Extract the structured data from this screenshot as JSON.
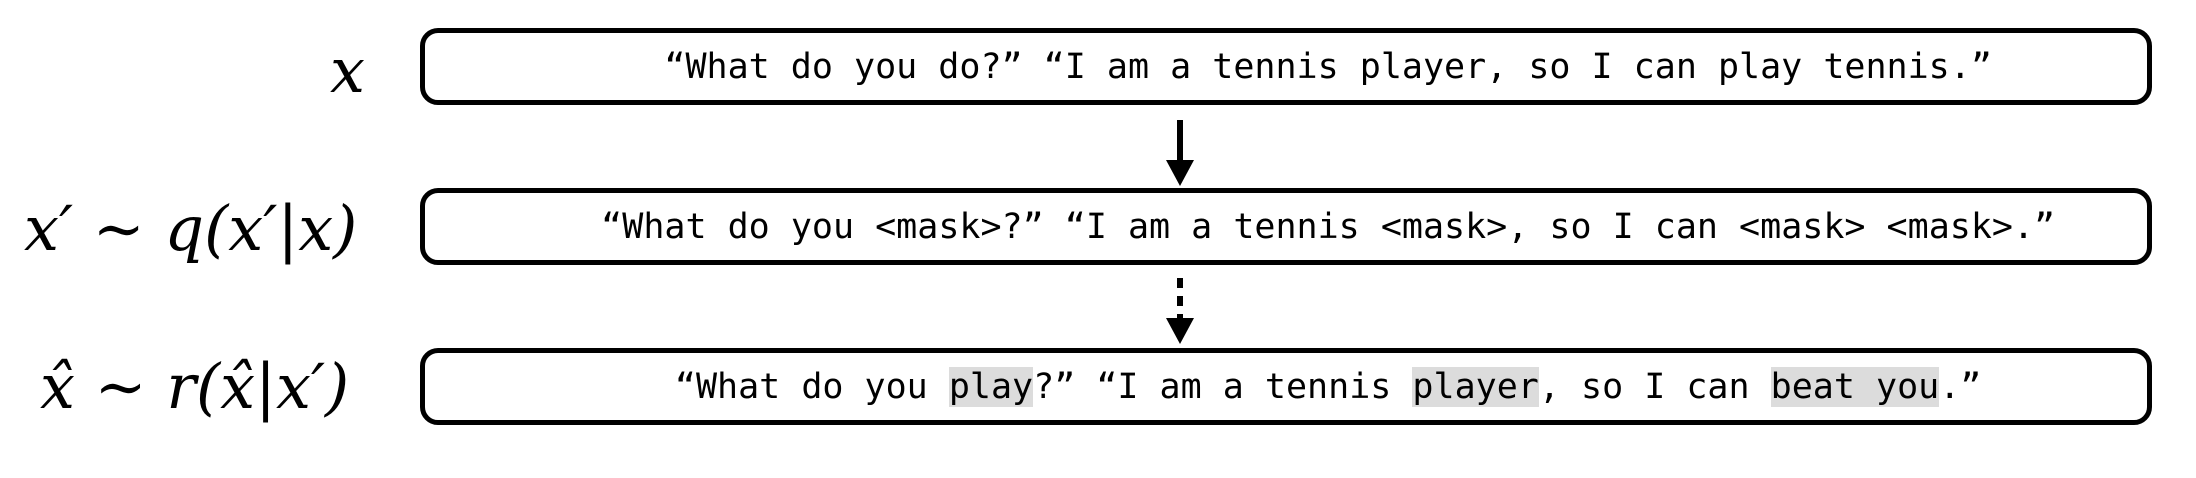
{
  "rows": [
    {
      "label": "x",
      "segments": [
        {
          "text": "“What do you do?” “I am a tennis player, so I can play tennis.”",
          "hl": false
        }
      ]
    },
    {
      "label": "x′ ∼ q(x′|x)",
      "segments": [
        {
          "text": "“What do you <mask>?” “I am a tennis <mask>, so I can <mask> <mask>.”",
          "hl": false
        }
      ]
    },
    {
      "label": "x̂ ∼ r(x̂|x′)",
      "segments": [
        {
          "text": "“What do you ",
          "hl": false
        },
        {
          "text": "play",
          "hl": true
        },
        {
          "text": "?” “I am a tennis ",
          "hl": false
        },
        {
          "text": "player",
          "hl": true
        },
        {
          "text": ", so I can ",
          "hl": false
        },
        {
          "text": "beat you",
          "hl": true
        },
        {
          "text": ".”",
          "hl": false
        }
      ]
    }
  ],
  "arrows": [
    {
      "style": "solid"
    },
    {
      "style": "dashed"
    }
  ]
}
